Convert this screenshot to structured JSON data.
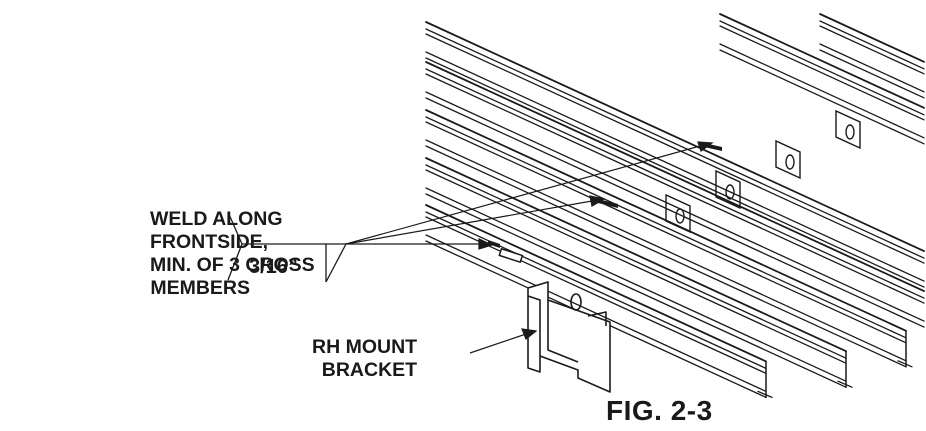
{
  "figure": {
    "caption": "FIG. 2-3"
  },
  "callouts": {
    "weld_instruction": {
      "lines": [
        "WELD ALONG",
        "FRONTSIDE,",
        "MIN. OF 3 CROSS",
        "MEMBERS"
      ]
    },
    "weld_size": "3/16”",
    "bracket_label": {
      "lines": [
        "RH MOUNT",
        "BRACKET"
      ]
    }
  },
  "colors": {
    "ink": "#1a1a1a",
    "background": "#ffffff"
  }
}
